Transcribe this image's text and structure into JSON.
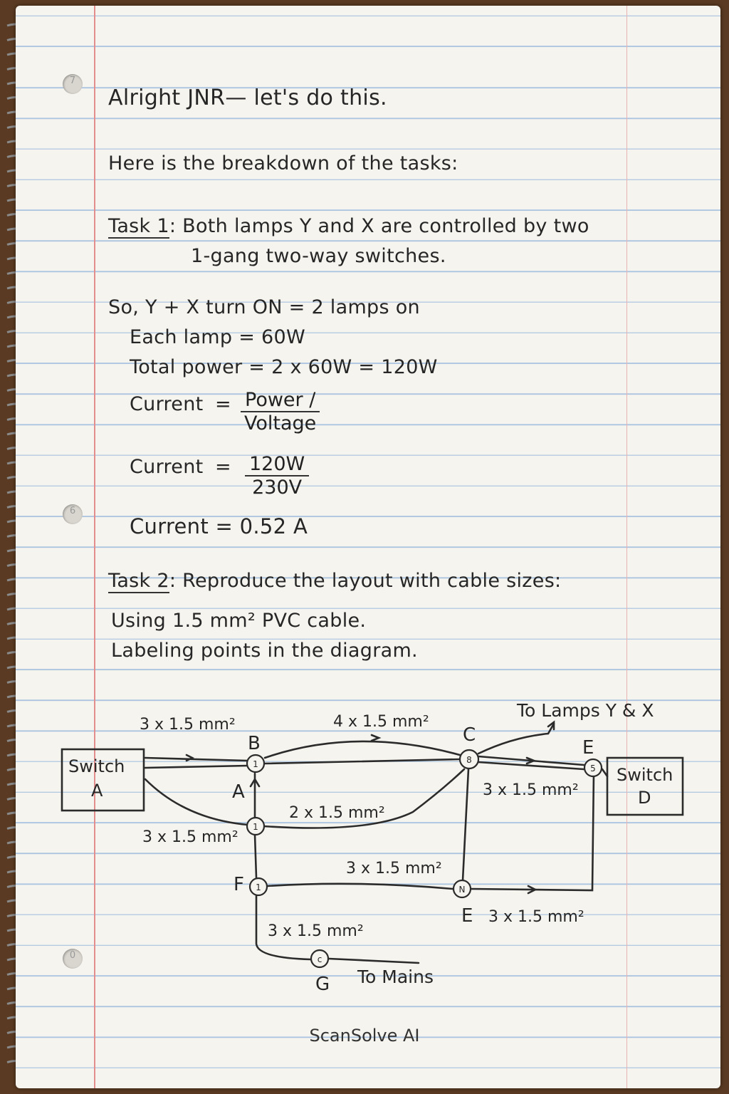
{
  "note": {
    "greeting": "Alright JNR— let's do this.",
    "intro": "Here is the breakdown of the tasks:",
    "task1": {
      "label": "Task 1",
      "line1": ": Both lamps Y and X are controlled by two",
      "line2": "1-gang two-way switches."
    },
    "calc": {
      "line1": "So, Y + X turn ON = 2 lamps on",
      "line2": "Each lamp = 60W",
      "line3": "Total power = 2 x 60W = 120W",
      "current_label": "Current",
      "equals": "=",
      "formula_num": "Power /",
      "formula_den": "Voltage",
      "value_num": "120W",
      "value_den": "230V",
      "result": "Current = 0.52 A"
    },
    "task2": {
      "label": "Task 2",
      "line1": ": Reproduce the layout with cable sizes:",
      "line2": "Using 1.5 mm² PVC cable.",
      "line3": "Labeling points in the diagram."
    },
    "margin_numbers": [
      "7",
      "6",
      "0"
    ]
  },
  "diagram": {
    "switch_a": [
      "Switch",
      "A"
    ],
    "switch_d": [
      "Switch",
      "D"
    ],
    "points": {
      "b": "B",
      "a": "A",
      "c": "C",
      "e_top": "E",
      "f": "F",
      "e_bottom": "E",
      "g": "G"
    },
    "node_marks": {
      "b": "1",
      "a": "1",
      "c": "8",
      "e": "5",
      "f": "1",
      "n": "N",
      "g": "c"
    },
    "cables": {
      "top_left": "3 x 1.5 mm²",
      "top_mid": "4 x 1.5 mm²",
      "mid": "2 x 1.5 mm²",
      "left_lower": "3 x 1.5 mm²",
      "right": "3 x 1.5 mm²",
      "lower_mid": "3 x 1.5 mm²",
      "bottom_right": "3 x 1.5 mm²",
      "bottom_left": "3 x 1.5 mm²"
    },
    "to_lamps": "To Lamps Y & X",
    "to_mains": "To Mains"
  },
  "footer": "ScanSolve AI"
}
